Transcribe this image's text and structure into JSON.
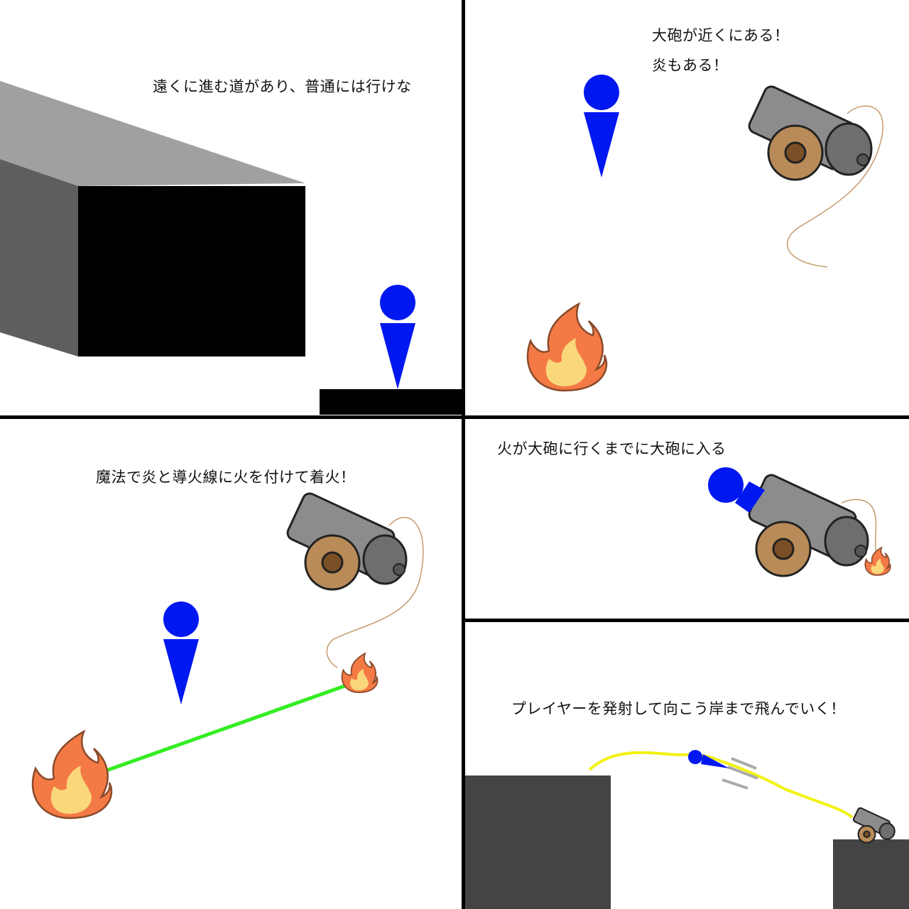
{
  "panels": [
    {
      "id": 1,
      "caption": "遠くに進む道があり、普通には行けな"
    },
    {
      "id": 2,
      "caption_lines": [
        "大砲が近くにある！",
        "炎もある！"
      ]
    },
    {
      "id": 3,
      "caption": "魔法で炎と導火線に火を付けて着火！"
    },
    {
      "id": 4,
      "caption": "火が大砲に行くまでに大砲に入る"
    },
    {
      "id": 5,
      "caption": "プレイヤーを発射して向こう岸まで飛んでいく！"
    }
  ],
  "colors": {
    "player": "#0018f0",
    "fire_outer": "#f47a45",
    "fire_inner": "#fad77b",
    "magic_line": "#33ee22",
    "trajectory": "#f2f212",
    "platform_dark": "#444444",
    "block_black": "#000000",
    "cannon_barrel": "#8c8c8c",
    "cannon_wheel": "#b98b58",
    "fuse": "#c49a6c"
  },
  "icons": [
    "player-figure",
    "cannon-icon",
    "fire-icon",
    "fuse-rope",
    "speed-lines"
  ]
}
